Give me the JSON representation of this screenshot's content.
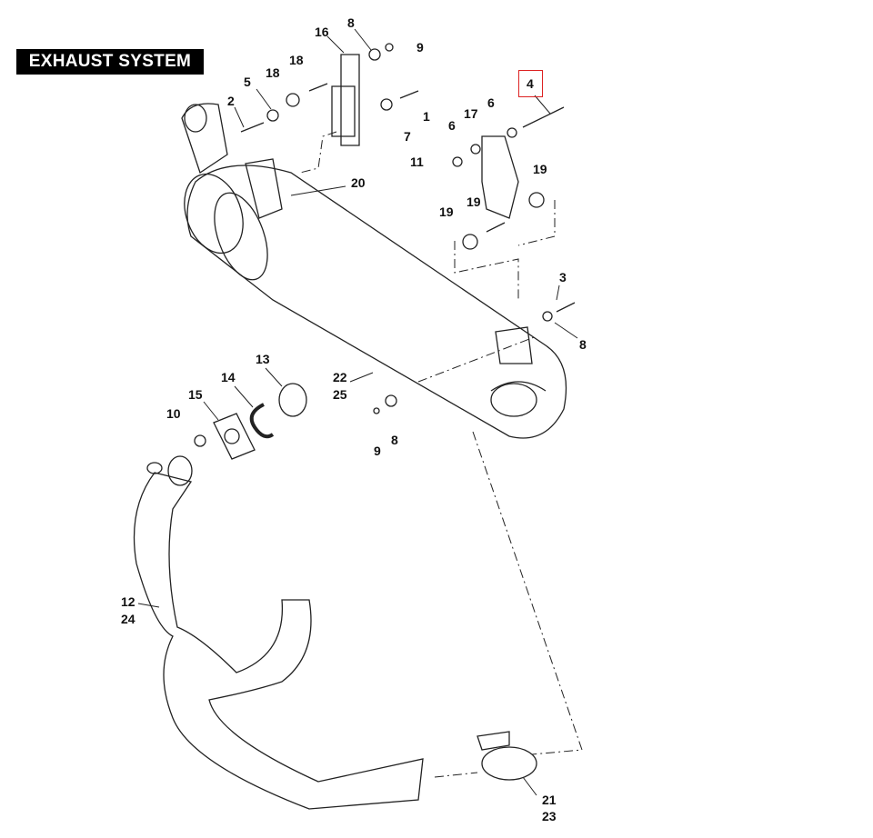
{
  "title": "EXHAUST SYSTEM",
  "highlight_color": "#dd2222",
  "callouts": [
    "16",
    "8",
    "9",
    "18",
    "18",
    "5",
    "2",
    "1",
    "7",
    "20",
    "4",
    "6",
    "17",
    "6",
    "11",
    "19",
    "19",
    "19",
    "3",
    "8",
    "13",
    "14",
    "15",
    "22",
    "25",
    "10",
    "9",
    "8",
    "12",
    "24",
    "21",
    "23"
  ]
}
